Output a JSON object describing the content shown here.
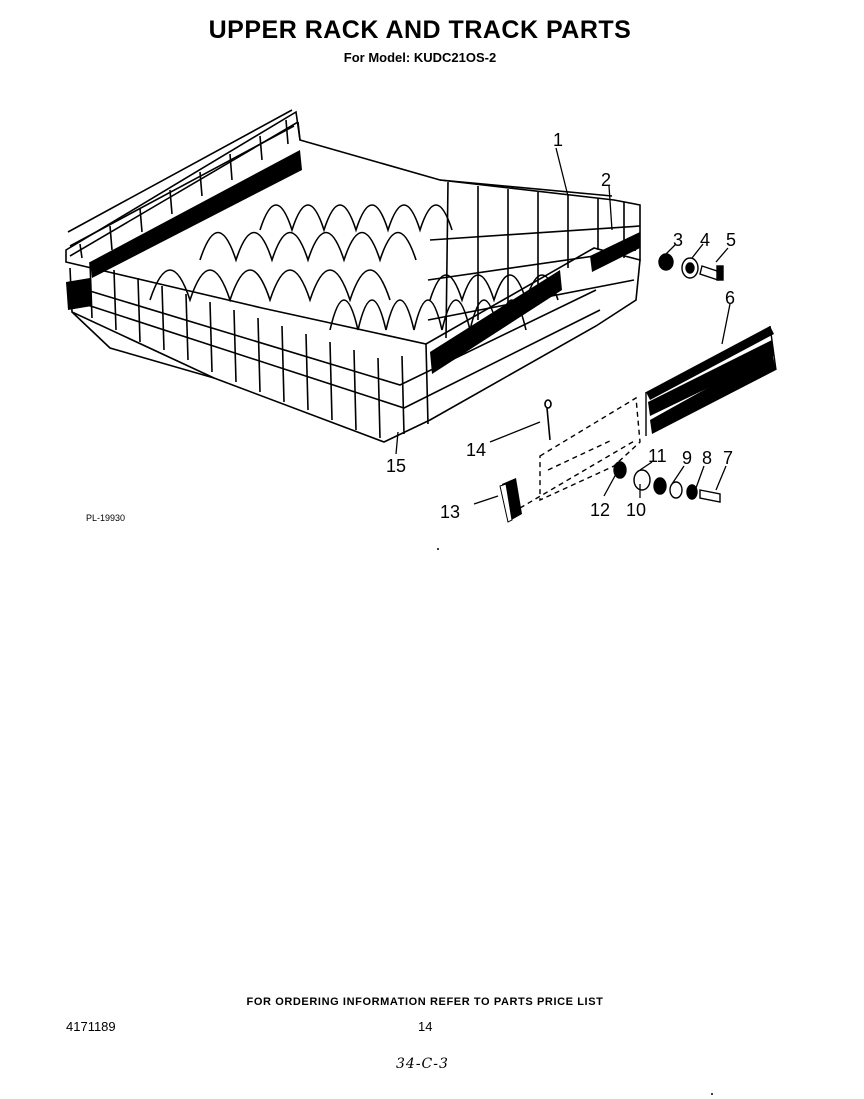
{
  "header": {
    "title": "UPPER RACK AND TRACK PARTS",
    "subtitle": "For Model: KUDC21OS-2"
  },
  "diagram": {
    "plate_code": "PL-19930",
    "callouts": [
      "1",
      "2",
      "3",
      "4",
      "5",
      "6",
      "7",
      "8",
      "9",
      "10",
      "11",
      "12",
      "13",
      "14",
      "15"
    ]
  },
  "footer": {
    "note": "FOR ORDERING INFORMATION REFER TO PARTS PRICE LIST",
    "doc_number": "4171189",
    "page_number": "14",
    "handwritten": "34-C-3"
  },
  "colors": {
    "ink": "#000000",
    "paper": "#ffffff"
  }
}
